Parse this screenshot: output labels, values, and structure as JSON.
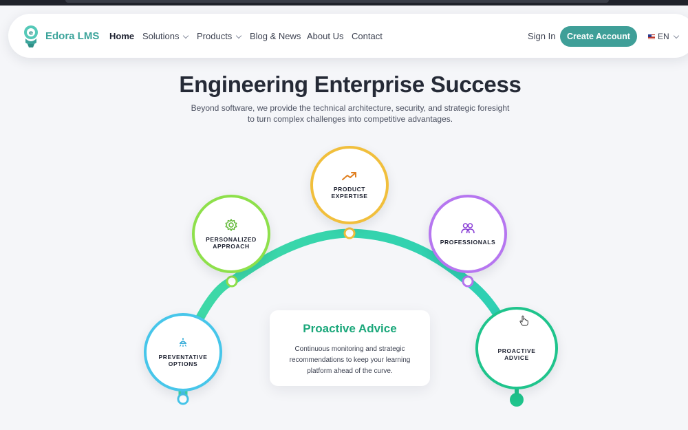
{
  "nav": {
    "brand": "Edora LMS",
    "links": [
      {
        "label": "Home",
        "active": true,
        "dropdown": false
      },
      {
        "label": "Solutions",
        "active": false,
        "dropdown": true
      },
      {
        "label": "Products",
        "active": false,
        "dropdown": true
      },
      {
        "label": "Blog & News",
        "active": false,
        "dropdown": false
      },
      {
        "label": "About Us",
        "active": false,
        "dropdown": false
      },
      {
        "label": "Contact",
        "active": false,
        "dropdown": false
      }
    ],
    "signin": "Sign In",
    "create_account": "Create Account",
    "language": "EN"
  },
  "hero": {
    "title": "Engineering Enterprise Success",
    "subtitle_line1": "Beyond software, we provide the technical architecture, security, and strategic foresight",
    "subtitle_line2": "to turn complex challenges into competitive advantages."
  },
  "nodes": {
    "preventative": {
      "line1": "PREVENTATIVE",
      "line2": "OPTIONS",
      "icon": "lamp-icon",
      "color": "#47c6ea"
    },
    "personalized": {
      "line1": "PERSONALIZED",
      "line2": "APPROACH",
      "icon": "gear-icon",
      "color": "#8ee04b"
    },
    "product": {
      "line1": "PRODUCT",
      "line2": "EXPERTISE",
      "icon": "trending-up-icon",
      "color": "#f1bf3c"
    },
    "professionals": {
      "line1": "PROFESSIONALS",
      "icon": "users-icon",
      "color": "#b676f0"
    },
    "proactive": {
      "line1": "PROACTIVE",
      "line2": "ADVICE",
      "color": "#1fc48c"
    }
  },
  "detail_card": {
    "title": "Proactive Advice",
    "text": "Continuous monitoring and strategic recommendations to keep your learning platform ahead of the curve."
  },
  "colors": {
    "accent": "#3f9f98",
    "arc": "#2ed3a8",
    "card_title": "#1aa77a"
  }
}
